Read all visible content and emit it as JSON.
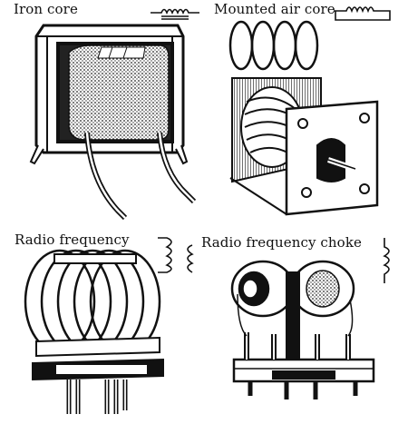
{
  "panels": [
    {
      "label": "Iron core",
      "symbol": "iron-core-inductor-symbol"
    },
    {
      "label": "Mounted air core",
      "symbol": "air-core-inductor-symbol"
    },
    {
      "label": "Radio frequency",
      "symbol": "rf-coil-symbol"
    },
    {
      "label": "Radio frequency choke",
      "symbol": "rf-choke-symbol"
    }
  ],
  "colors": {
    "ink": "#111111",
    "paper": "#ffffff",
    "shade": "#555555"
  }
}
